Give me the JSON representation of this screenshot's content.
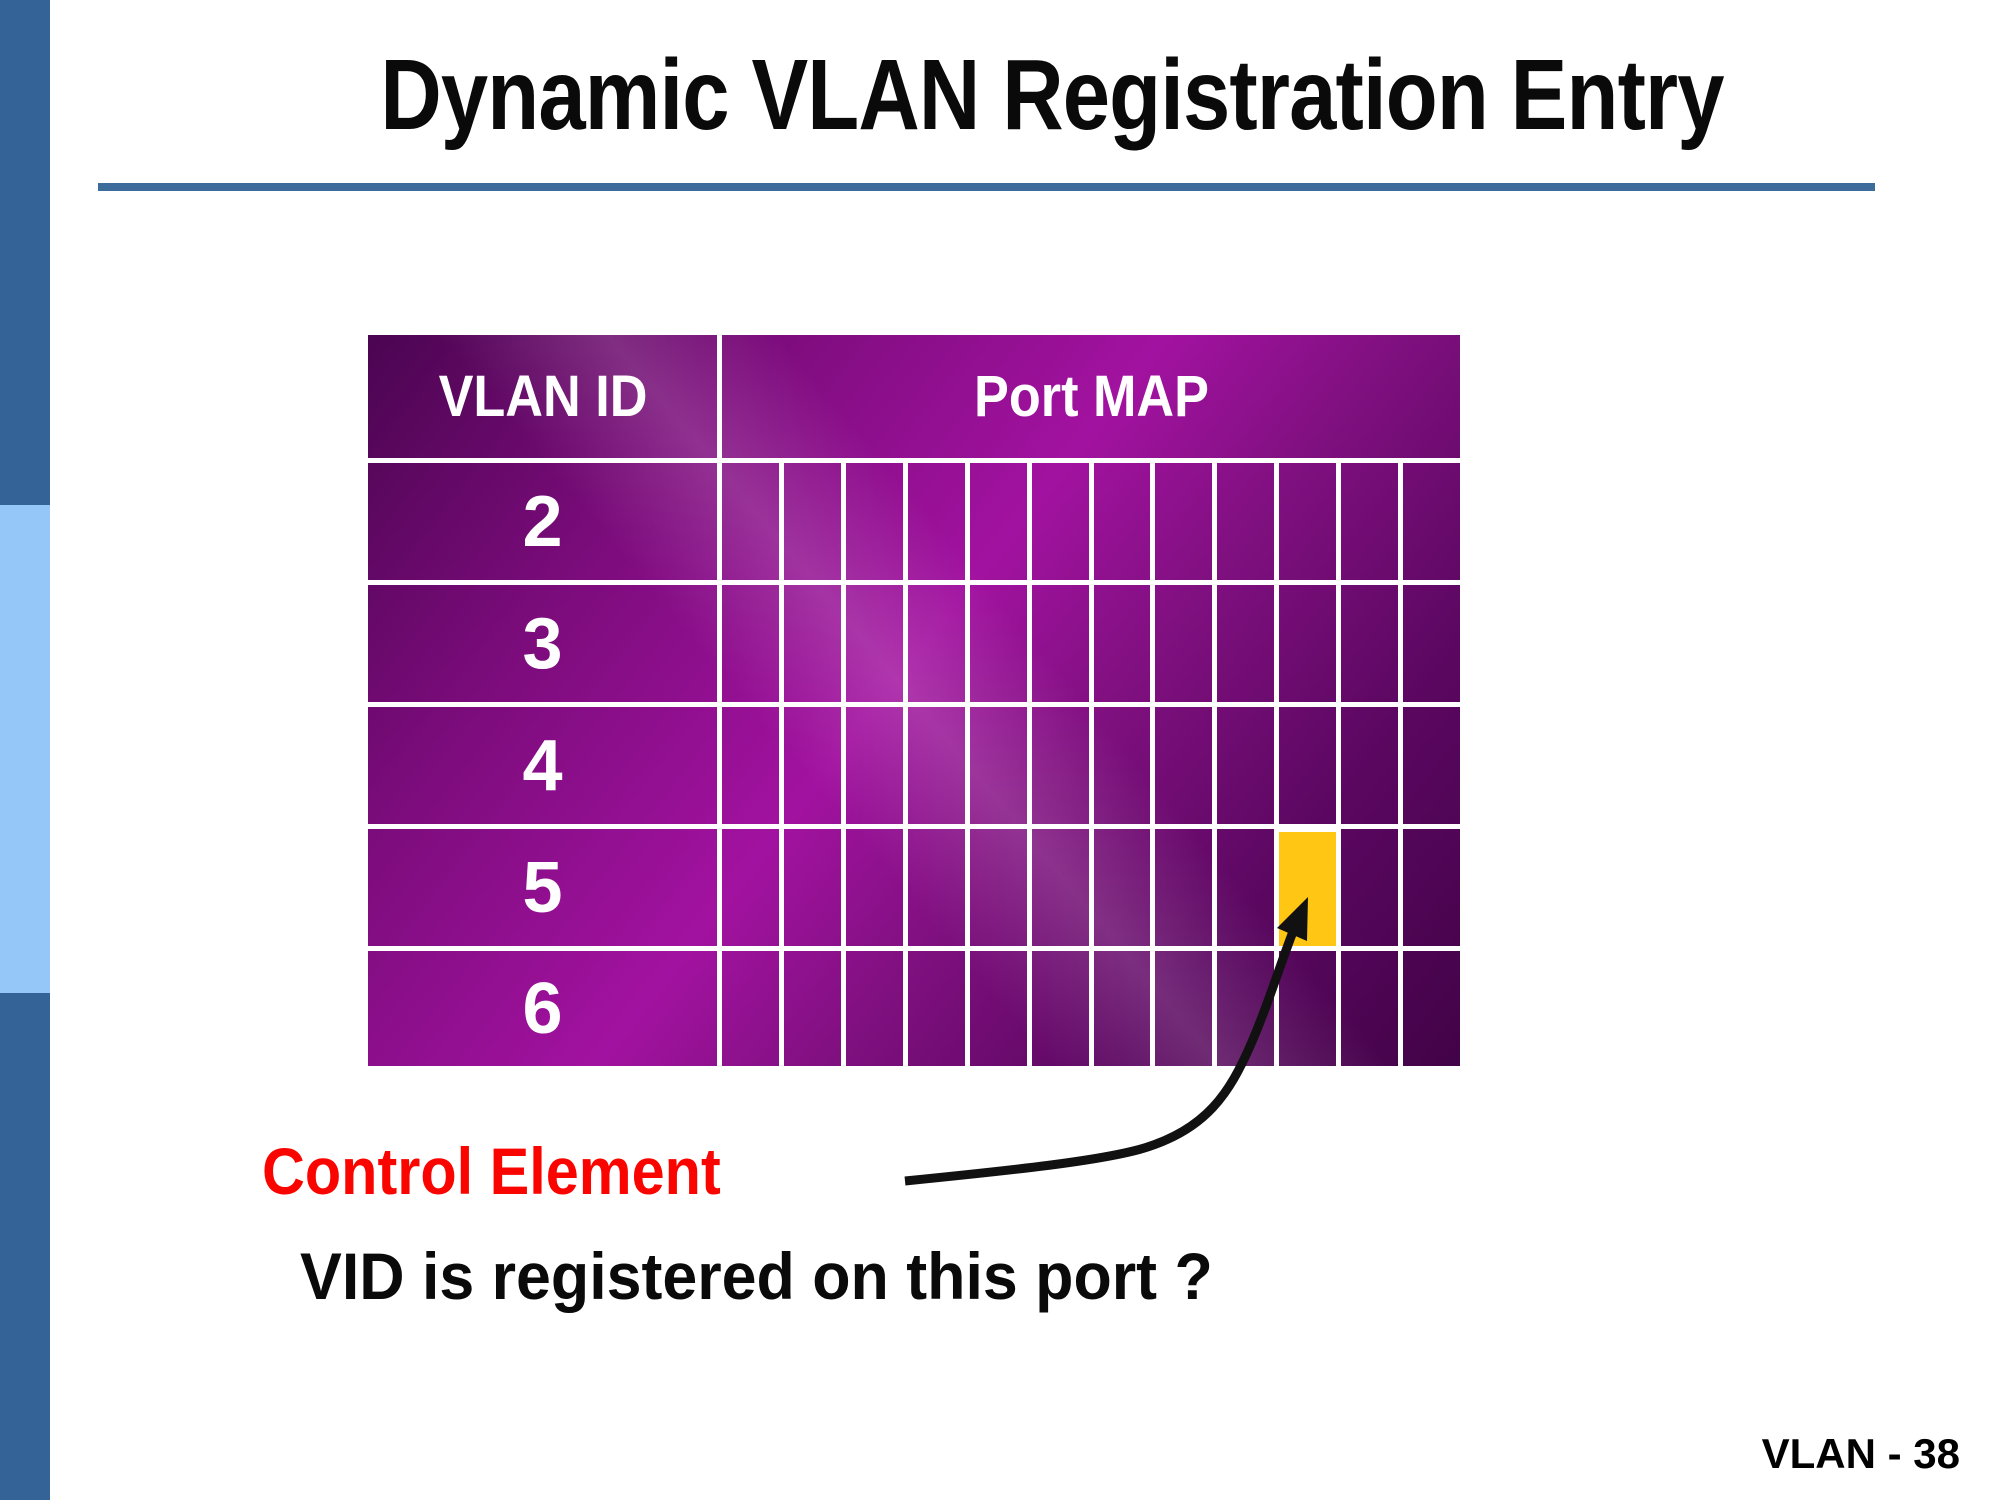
{
  "slide": {
    "title": "Dynamic VLAN Registration Entry",
    "page_number": "VLAN - 38"
  },
  "table": {
    "header": {
      "vlan_id": "VLAN ID",
      "port_map": "Port MAP"
    },
    "vlan_ids": [
      "2",
      "3",
      "4",
      "5",
      "6"
    ],
    "port_count": 12,
    "highlight": {
      "vlan_id": "5",
      "port_index": 10
    }
  },
  "annotations": {
    "control_element": "Control Element",
    "vid_question": "VID is registered on this port ?"
  },
  "colors": {
    "accent_line_blue": "#3C6C9B",
    "sidebar_dark_blue": "#336397",
    "sidebar_light_blue": "#95C7F8",
    "table_magenta": "#A212A0",
    "table_dark_purple": "#4B0551",
    "grid_line": "#FFFFFF",
    "highlight_yellow": "#FFC613",
    "control_element_red": "#FA0400",
    "arrow_black": "#111111"
  }
}
